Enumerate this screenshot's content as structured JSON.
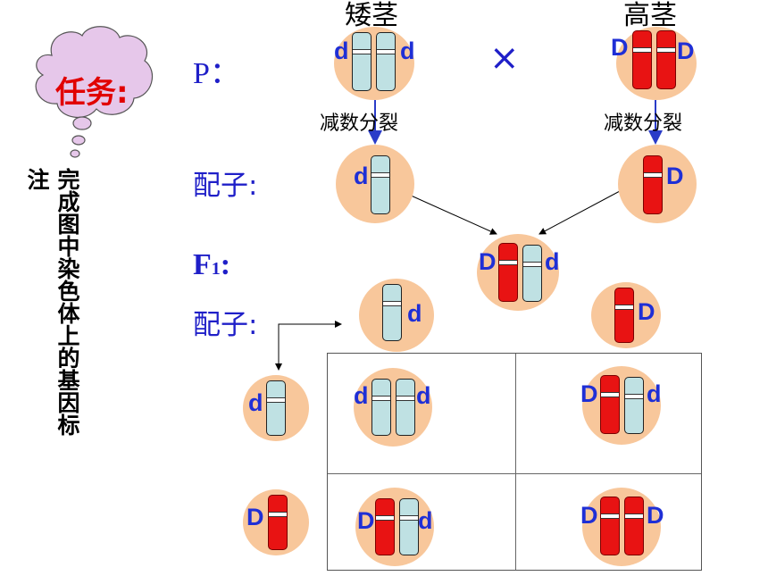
{
  "labels": {
    "short_stem": "矮茎",
    "tall_stem": "高茎",
    "cross": "×",
    "meiosis_left": "减数分裂",
    "meiosis_right": "减数分裂",
    "p": "P：",
    "gamete1": "配子:",
    "f1": "F",
    "f1_sub": "1",
    "f1_colon": ":",
    "gamete2": "配子:",
    "task": "任务:",
    "note_label": "注",
    "note_text": "完成图中染色体上的基因标"
  },
  "alleles": {
    "p_short_left": "d",
    "p_short_right": "d",
    "p_tall_left": "D",
    "p_tall_right": "D",
    "g1_left": "d",
    "g1_right": "D",
    "f1_left": "D",
    "f1_right": "d",
    "g2_top_left": "d",
    "g2_top_right": "D",
    "g2_side_top": "d",
    "g2_side_bottom": "D",
    "r1c1_left": "d",
    "r1c1_right": "d",
    "r1c2_left": "D",
    "r1c2_right": "d",
    "r2c1_left": "D",
    "r2c1_right": "d",
    "r2c2_left": "D",
    "r2c2_right": "D"
  },
  "colors": {
    "recessive_chromosome": "#bfe1e3",
    "dominant_chromosome": "#e81313",
    "cell": "#f8c79b",
    "allele_text": "#1f2fd6",
    "row_label": "#1f1fc8",
    "task_text": "#e10000",
    "cloud_fill": "#e6c7ea"
  }
}
